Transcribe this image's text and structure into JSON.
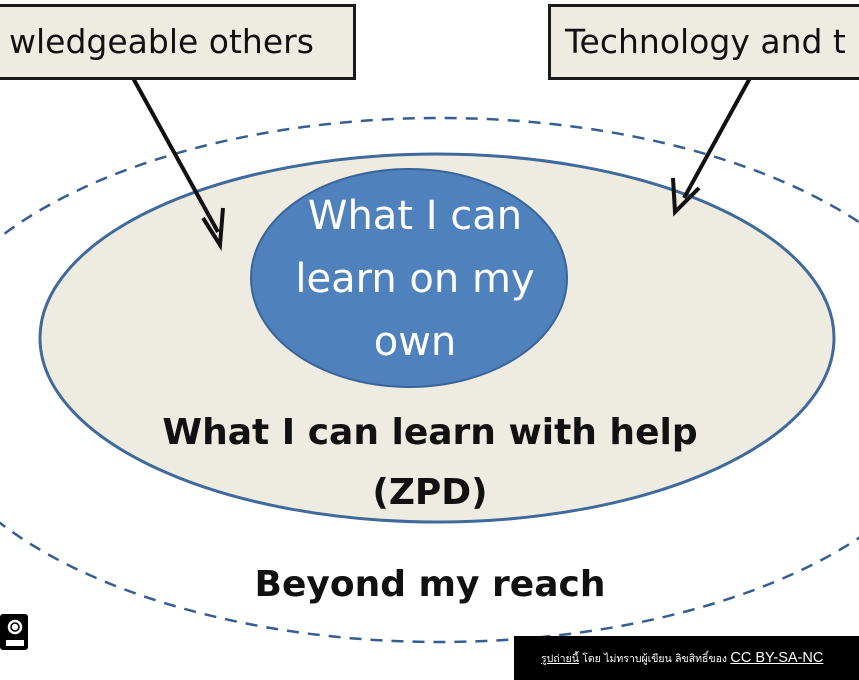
{
  "diagram": {
    "callout_left": "wledgeable others",
    "callout_right": "Technology and t",
    "inner_lines": [
      "What I can",
      "learn on my",
      "own"
    ],
    "middle_lines": [
      "What I can learn with help",
      "(ZPD)"
    ],
    "outer_label": "Beyond my reach"
  },
  "credit": {
    "link_text": "รูปถ่ายนี้",
    "by_text": " โดย ไม่ทราบผู้เขียน ลิขสิทธิ์ของ ",
    "license_text": "CC BY-SA-NC"
  },
  "colors": {
    "inner_fill": "#4f81bd",
    "middle_fill": "#eeece1",
    "ellipse_stroke": "#3f6a9b",
    "callout_fill": "#eeece1",
    "outer_dashed": "#355f91"
  },
  "icons": {
    "license_badge": "cc-license-icon"
  }
}
